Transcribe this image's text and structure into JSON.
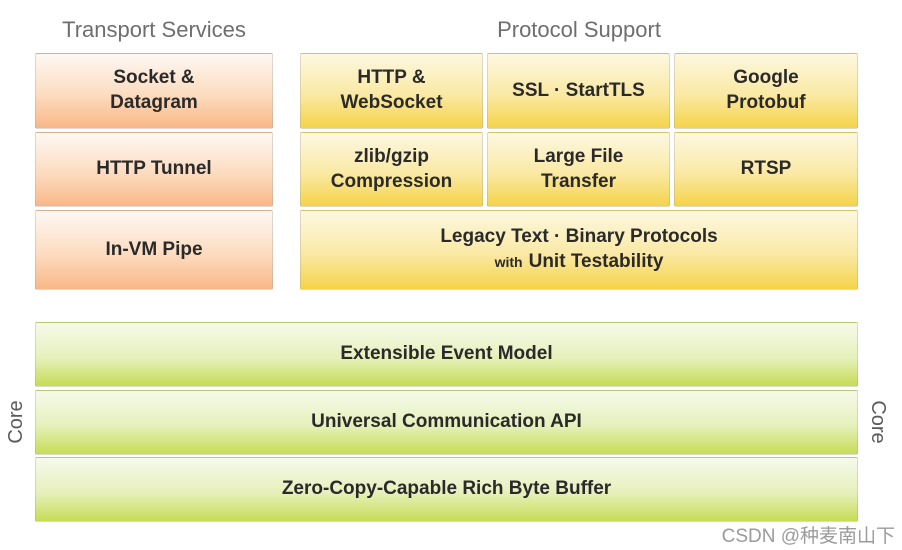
{
  "headers": {
    "transport": "Transport Services",
    "protocol": "Protocol Support"
  },
  "transport_services": {
    "items": [
      {
        "label": "Socket &\nDatagram"
      },
      {
        "label": "HTTP Tunnel"
      },
      {
        "label": "In-VM Pipe"
      }
    ]
  },
  "protocol_support": {
    "row1": [
      {
        "label": "HTTP &\nWebSocket"
      },
      {
        "label": "SSL · StartTLS"
      },
      {
        "label": "Google\nProtobuf"
      }
    ],
    "row2": [
      {
        "label": "zlib/gzip\nCompression"
      },
      {
        "label": "Large File\nTransfer"
      },
      {
        "label": "RTSP"
      }
    ],
    "legacy": {
      "line1": "Legacy Text · Binary Protocols",
      "line2_small": "with",
      "line2_main": "Unit Testability"
    }
  },
  "core": {
    "items": [
      {
        "label": "Extensible Event Model"
      },
      {
        "label": "Universal Communication API"
      },
      {
        "label": "Zero-Copy-Capable Rich Byte Buffer"
      }
    ],
    "side_label_left": "Core",
    "side_label_right": "Core"
  },
  "watermark": "CSDN @种麦南山下",
  "colors": {
    "orange_top": "#FEF8F3",
    "orange_bottom": "#F9B787",
    "yellow_top": "#FDF8E1",
    "yellow_bottom": "#F5D348",
    "green_top": "#F6FAEB",
    "green_bottom": "#C6DC55",
    "header_text": "#6E6E6E",
    "box_text": "#2A2A2A",
    "core_text": "#5A5A5A",
    "watermark_text": "#9B9B9B"
  }
}
